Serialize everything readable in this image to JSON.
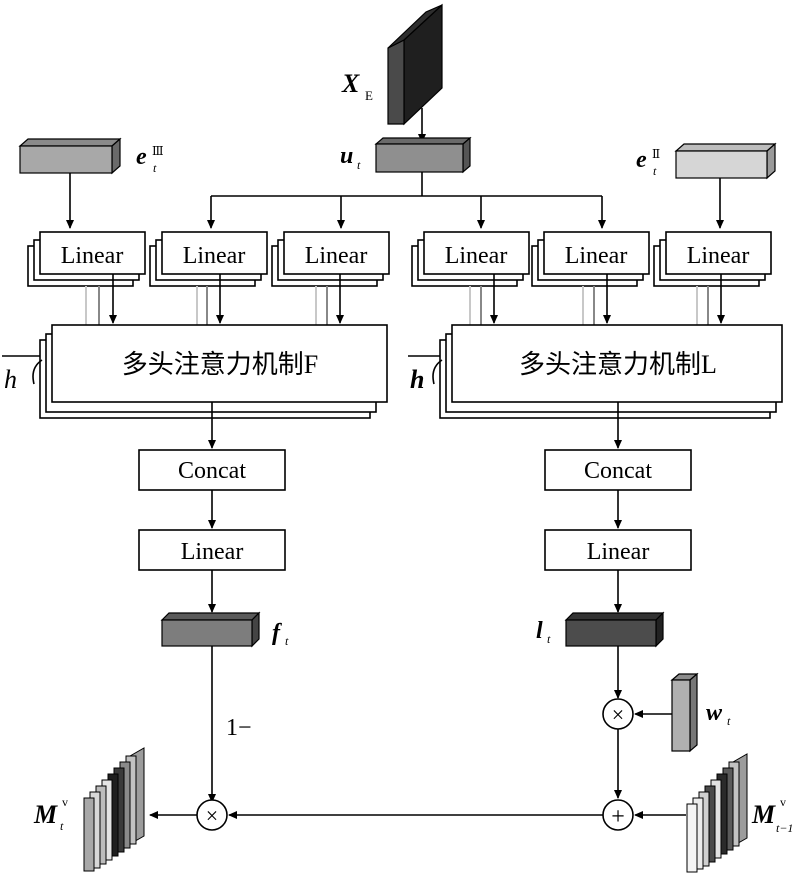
{
  "colors": {
    "xe_front": "#4a4a4a",
    "xe_top": "#2e2e2e",
    "xe_side": "#1f1f1f",
    "u_front": "#8f8f8f",
    "e3_front": "#a8a8a8",
    "e2_front": "#d6d6d6",
    "f_front": "#7d7d7d",
    "l_front": "#4c4c4c",
    "w_front": "#b0b0b0"
  },
  "labels": {
    "xe": {
      "main": "X",
      "sub": "E"
    },
    "u": {
      "main": "u",
      "sub": "t"
    },
    "e3": {
      "main": "e",
      "sup": "Ⅲ",
      "sub": "t"
    },
    "e2": {
      "main": "e",
      "sup": "Ⅱ",
      "sub": "t"
    },
    "linear": [
      "Linear",
      "Linear",
      "Linear",
      "Linear",
      "Linear",
      "Linear"
    ],
    "mha_f": "多头注意力机制F",
    "mha_l": "多头注意力机制L",
    "h_left": "h",
    "h_right": "h",
    "concat_left": "Concat",
    "concat_right": "Concat",
    "linear_out_left": "Linear",
    "linear_out_right": "Linear",
    "f": {
      "main": "f",
      "sub": "t"
    },
    "l": {
      "main": "l",
      "sub": "t"
    },
    "w": {
      "main": "w",
      "sub": "t"
    },
    "one_minus": "1−",
    "times_left": "×",
    "times_right": "×",
    "plus": "+",
    "m_out": {
      "main": "M",
      "sup": "v",
      "sub": "t"
    },
    "m_prev": {
      "main": "M",
      "sup": "v",
      "sub": "t−1"
    }
  }
}
